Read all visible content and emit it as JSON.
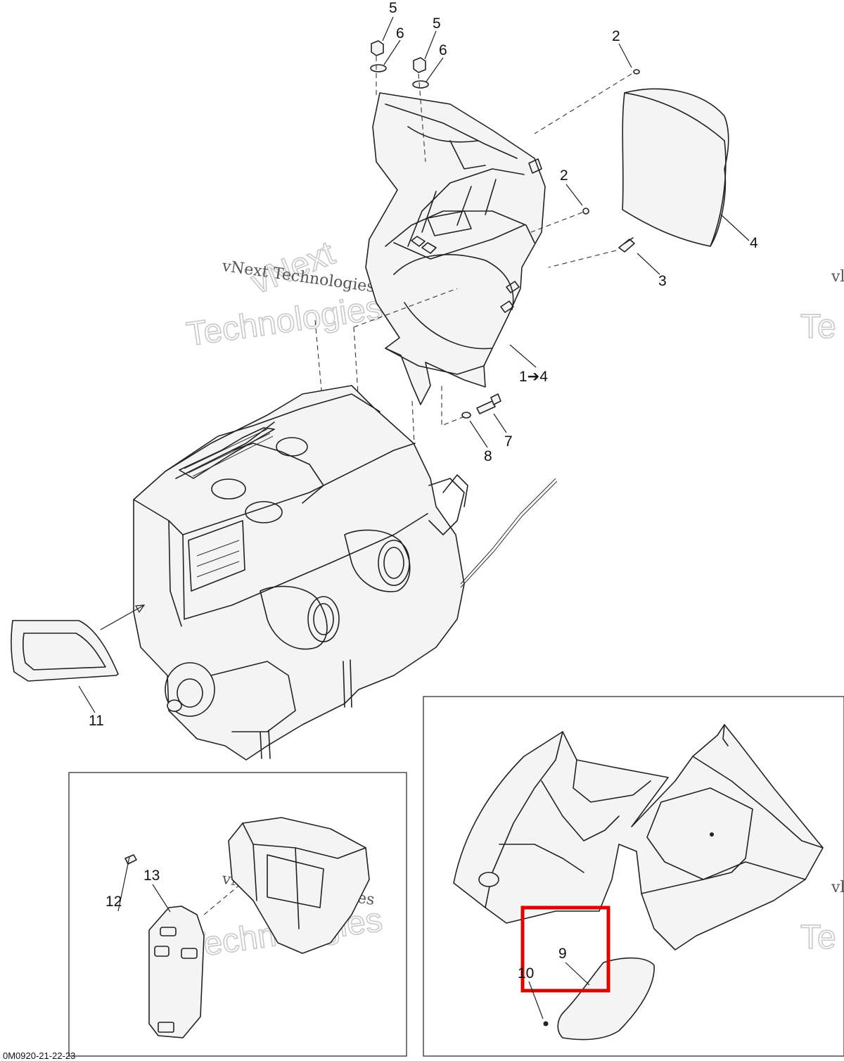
{
  "callouts": {
    "c5a": "5",
    "c6a": "6",
    "c5b": "5",
    "c6b": "6",
    "c2a": "2",
    "c2b": "2",
    "c4": "4",
    "c3": "3",
    "c1to4": "1➔4",
    "c7": "7",
    "c8": "8",
    "c11": "11",
    "c13": "13",
    "c12": "12",
    "c9": "9",
    "c10": "10"
  },
  "watermarks": {
    "line1": "vNext Technologies",
    "big1": "vNext",
    "big2": "Technologies",
    "edge_small": "vl",
    "edge_big": "Te"
  },
  "footer_code": "0M0920-21-22-23",
  "highlight_color": "#e00000"
}
